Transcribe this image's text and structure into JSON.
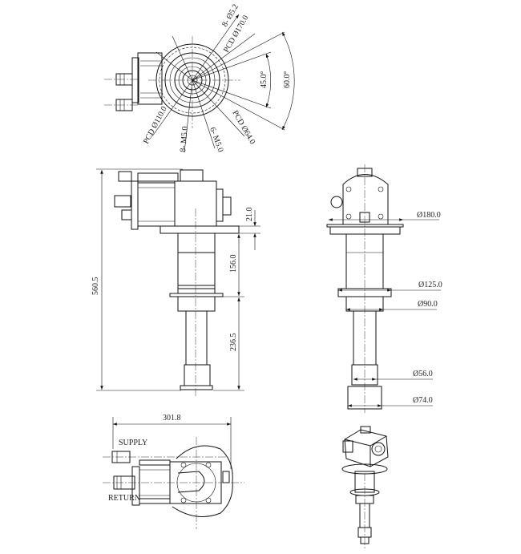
{
  "top_view": {
    "labels": {
      "holes_8": "8- Ø5.2",
      "pcd_170": "PCD Ø170.0",
      "angle_45": "45.0°",
      "angle_60": "60.0°",
      "pcd_64": "PCD Ø64.0",
      "threads_6": "6- M5.0",
      "threads_8": "8- M5.0",
      "pcd_110": "PCD Ø110.0"
    }
  },
  "front_view": {
    "labels": {
      "overall_height": "560.5",
      "plate_thickness": "21.0",
      "upper_length": "156.0",
      "lower_length": "236.5"
    }
  },
  "side_view": {
    "labels": {
      "d180": "Ø180.0",
      "d125": "Ø125.0",
      "d90": "Ø90.0",
      "d56": "Ø56.0",
      "d74": "Ø74.0"
    }
  },
  "bottom_view": {
    "labels": {
      "overall_width": "301.8",
      "supply": "SUPPLY",
      "return": "RETURN"
    }
  }
}
